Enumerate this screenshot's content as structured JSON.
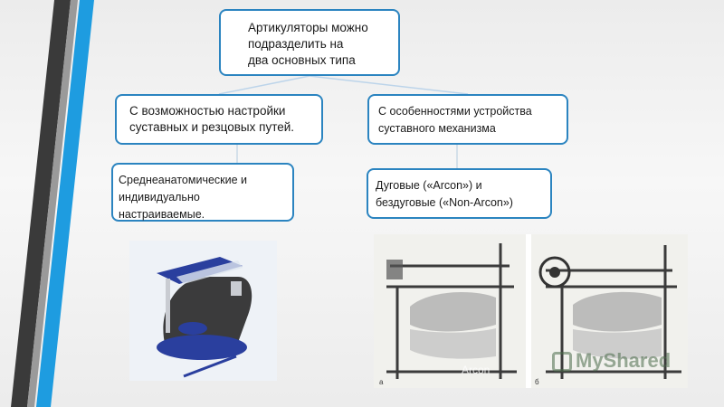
{
  "colors": {
    "box_border": "#2b84c0",
    "stripe_dark": "#3a3a3a",
    "stripe_gray": "#9a9a9a",
    "stripe_blue": "#1e9ce0",
    "device_blue": "#2a3f9e"
  },
  "diagram": {
    "root": {
      "line1": "Артикуляторы можно",
      "line2": "подразделить на",
      "line3": "два основных типа"
    },
    "left": {
      "line1": "С возможностью настройки",
      "line2": "суставных и резцовых путей."
    },
    "right": {
      "line1": "С особенностями устройства",
      "line2": "суставного механизма"
    },
    "left_child": {
      "line1": "Среднеанатомические и",
      "line2": "индивидуально",
      "line3": "настраиваемые."
    },
    "right_child": {
      "line1": "Дуговые («Arcon») и",
      "line2": "бездуговые («Non-Arcon»)"
    }
  },
  "images": {
    "drawing_labels": {
      "a": "а",
      "b": "б"
    },
    "caption": "Arcon",
    "watermark": "MyShared"
  }
}
